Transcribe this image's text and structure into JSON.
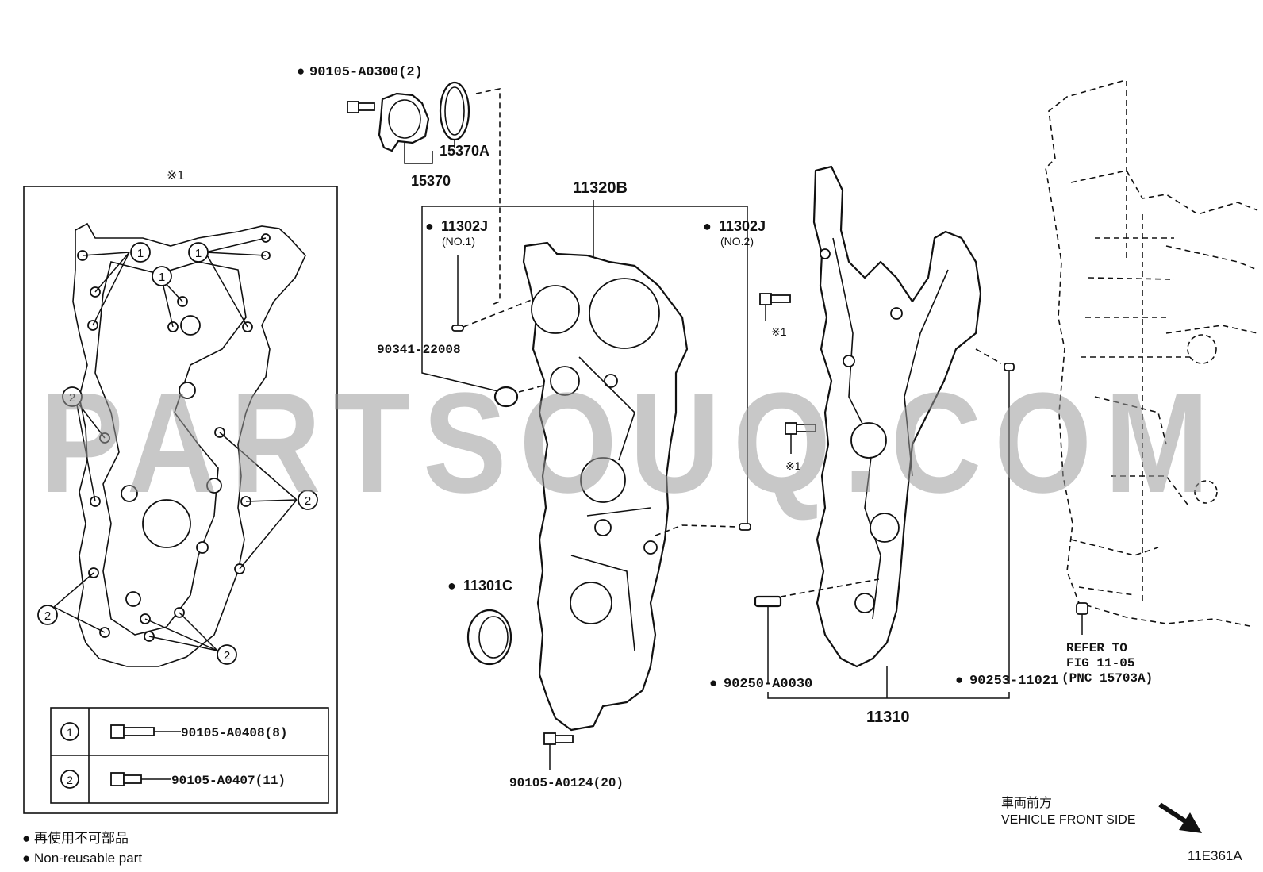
{
  "labels": {
    "bolt_15370_qty": "90105-A0300(2)",
    "oring": "15370A",
    "cover_assy": "15370",
    "cover_main": "11320B",
    "pin_no1": "11302J",
    "pin_no1_sub": "(NO.1)",
    "pin_no2": "11302J",
    "pin_no2_sub": "(NO.2)",
    "plug": "90341-22008",
    "oil_seal": "11301C",
    "bolt_main": "90105-A0124(20)",
    "pin_a": "90250-A0030",
    "pin_b": "90253-11021",
    "case": "11310",
    "refer_line1": "REFER TO",
    "refer_line2": "FIG 11-05",
    "refer_line3": "(PNC 15703A)",
    "ref_mark": "※1",
    "ref_mark_bolt1": "※1",
    "ref_mark_bolt2": "※1"
  },
  "inset": {
    "title": "※1",
    "callout_1": "1",
    "callout_2": "2",
    "table": [
      {
        "key": "1",
        "part": "90105-A0408(8)"
      },
      {
        "key": "2",
        "part": "90105-A0407(11)"
      }
    ]
  },
  "legend": {
    "line1": "● 再使用不可部品",
    "line2": "● Non-reusable part"
  },
  "direction": {
    "jp": "車両前方",
    "en": "VEHICLE FRONT SIDE"
  },
  "figure_id": "11E361A",
  "watermark": "PARTSOUQ.COM"
}
